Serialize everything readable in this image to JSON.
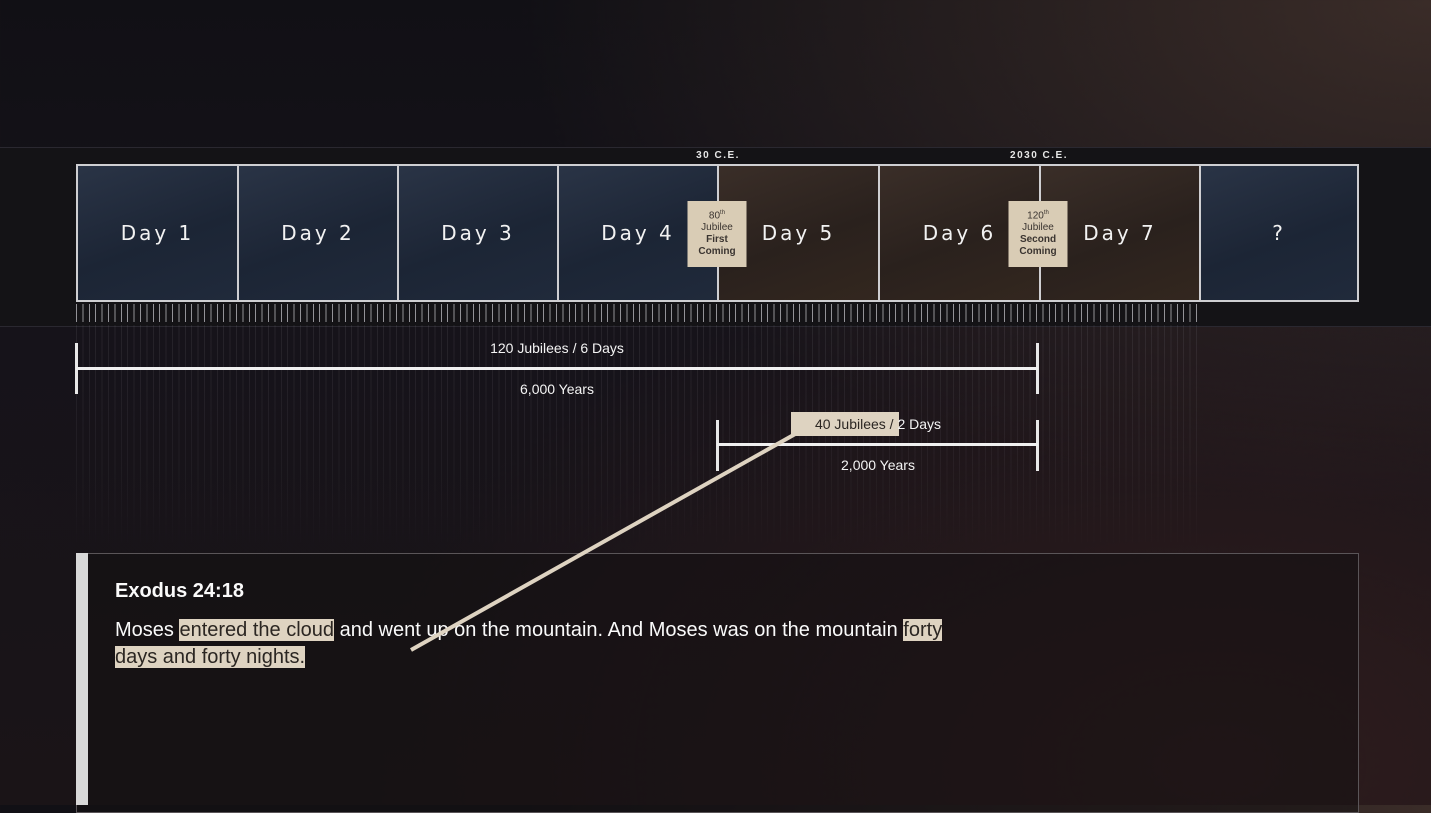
{
  "timeline": {
    "days": [
      {
        "label": "Day 1",
        "tone": "blue"
      },
      {
        "label": "Day 2",
        "tone": "blue"
      },
      {
        "label": "Day 3",
        "tone": "blue"
      },
      {
        "label": "Day 4",
        "tone": "blue"
      },
      {
        "label": "Day 5",
        "tone": "brown"
      },
      {
        "label": "Day 6",
        "tone": "brown"
      },
      {
        "label": "Day 7",
        "tone": "brown"
      },
      {
        "label": "?",
        "tone": "blue"
      }
    ],
    "dates": {
      "first": "30 C.E.",
      "second": "2030 C.E."
    },
    "cards": [
      {
        "number": "80",
        "suffix": "th",
        "word": "Jubilee",
        "line1": "First",
        "line2": "Coming"
      },
      {
        "number": "120",
        "suffix": "th",
        "word": "Jubilee",
        "line1": "Second",
        "line2": "Coming"
      }
    ]
  },
  "spans": {
    "six_days": {
      "top": "120 Jubilees / 6 Days",
      "bottom": "6,000 Years"
    },
    "two_days": {
      "top_a": "40 Jubilees",
      "top_sep": "/",
      "top_b": "2 Days",
      "bottom": "2,000 Years"
    }
  },
  "verse": {
    "reference": "Exodus 24:18",
    "parts": [
      {
        "text": "Moses ",
        "highlight": false
      },
      {
        "text": "entered the cloud",
        "highlight": true
      },
      {
        "text": " and went up on the mountain. And Moses was on the mountain ",
        "highlight": false
      },
      {
        "text": "forty days and forty nights.",
        "highlight": true
      }
    ]
  },
  "colors": {
    "highlight": "#ded3c1",
    "blue_day": "#1c2535",
    "brown_day": "#2a211d"
  }
}
